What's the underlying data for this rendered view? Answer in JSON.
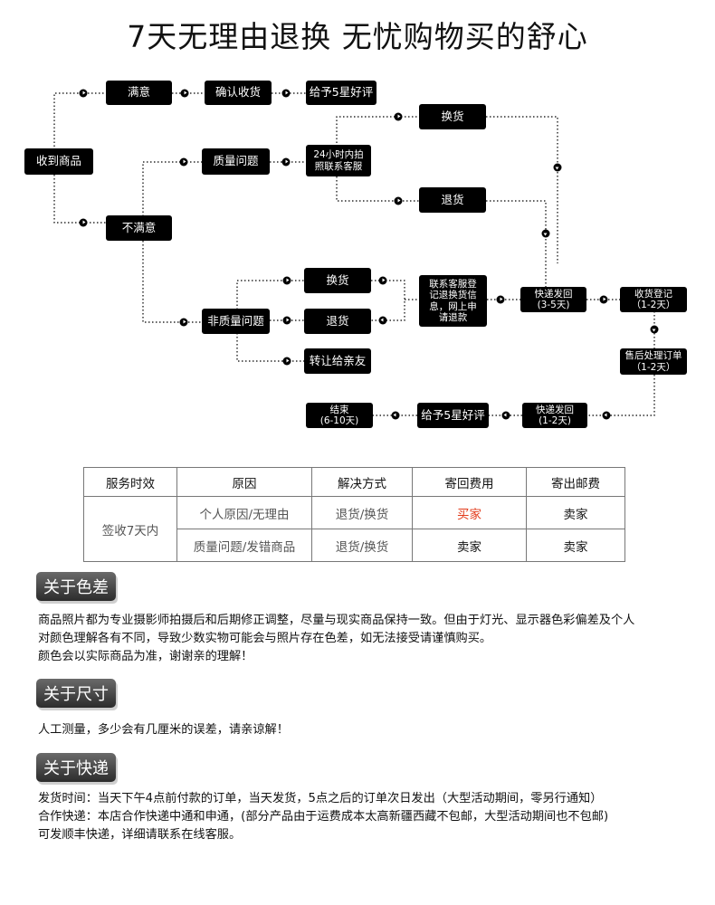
{
  "headline": "7天无理由退换 无忧购物买的舒心",
  "flow": {
    "nodes": {
      "receive": "收到商品",
      "satisfied": "满意",
      "confirm_receipt": "确认收货",
      "five_star_top": "给予5星好评",
      "quality_issue": "质量问题",
      "contact_24h": "24小时内拍\n照联系客服",
      "exchange_top": "换货",
      "return_top": "退货",
      "unsatisfied": "不满意",
      "non_quality_issue": "非质量问题",
      "exchange_mid": "换货",
      "return_mid": "退货",
      "transfer": "转让给亲友",
      "contact_cs": "联系客服登\n记退换货信\n息，网上申\n请退款",
      "ship_back": "快递发回\n(3-5天)",
      "register_receipt": "收货登记\n（1-2天）",
      "after_sales": "售后处理订单\n（1-2天）",
      "ship_return": "快递发回\n(1-2天)",
      "five_star_bottom": "给予5星好评",
      "end": "结束\n(6-10天)"
    }
  },
  "table": {
    "headers": [
      "服务时效",
      "原因",
      "解决方式",
      "寄回费用",
      "寄出邮费"
    ],
    "period": "签收7天内",
    "rows": [
      {
        "reason": "个人原因/无理由",
        "solution": "退货/换货",
        "return_fee": "买家",
        "ship_fee": "卖家"
      },
      {
        "reason": "质量问题/发错商品",
        "solution": "退货/换货",
        "return_fee": "卖家",
        "ship_fee": "卖家"
      }
    ]
  },
  "sections": [
    {
      "title": "关于色差",
      "lines": [
        "商品照片都为专业摄影师拍摄后和后期修正调整，尽量与现实商品保持一致。但由于灯光、显示器色彩偏差及个人",
        "对颜色理解各有不同，导致少数实物可能会与照片存在色差，如无法接受请谨慎购买。",
        "颜色会以实际商品为准，谢谢亲的理解！"
      ]
    },
    {
      "title": "关于尺寸",
      "lines": [
        "人工测量，多少会有几厘米的误差，请亲谅解！"
      ]
    },
    {
      "title": "关于快递",
      "lines": [
        "发货时间：当天下午4点前付款的订单，当天发货，5点之后的订单次日发出（大型活动期间，零另行通知）",
        "合作快递：本店合作快递中通和申通，(部分产品由于运费成本太高新疆西藏不包邮，大型活动期间也不包邮)",
        "可发顺丰快递，详细请联系在线客服。"
      ]
    }
  ],
  "colors": {
    "node_bg": "#000000",
    "line": "#000000",
    "accent_red": "#e23c1c"
  }
}
